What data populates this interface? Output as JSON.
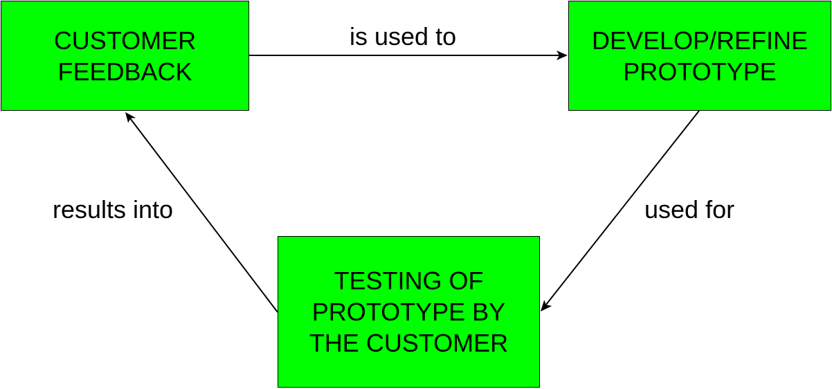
{
  "colors": {
    "node_fill": "#00ff00",
    "node_border": "#000000",
    "edge": "#000000",
    "text": "#000000"
  },
  "nodes": {
    "feedback": {
      "lines": [
        "CUSTOMER",
        "FEEDBACK"
      ]
    },
    "develop": {
      "lines": [
        "DEVELOP/REFINE",
        "PROTOTYPE"
      ]
    },
    "testing": {
      "lines": [
        "TESTING OF",
        "PROTOTYPE BY",
        "THE CUSTOMER"
      ]
    }
  },
  "edges": {
    "feedback_to_develop": {
      "label": "is used to"
    },
    "develop_to_testing": {
      "label": "used for"
    },
    "testing_to_feedback": {
      "label": "results into"
    }
  }
}
